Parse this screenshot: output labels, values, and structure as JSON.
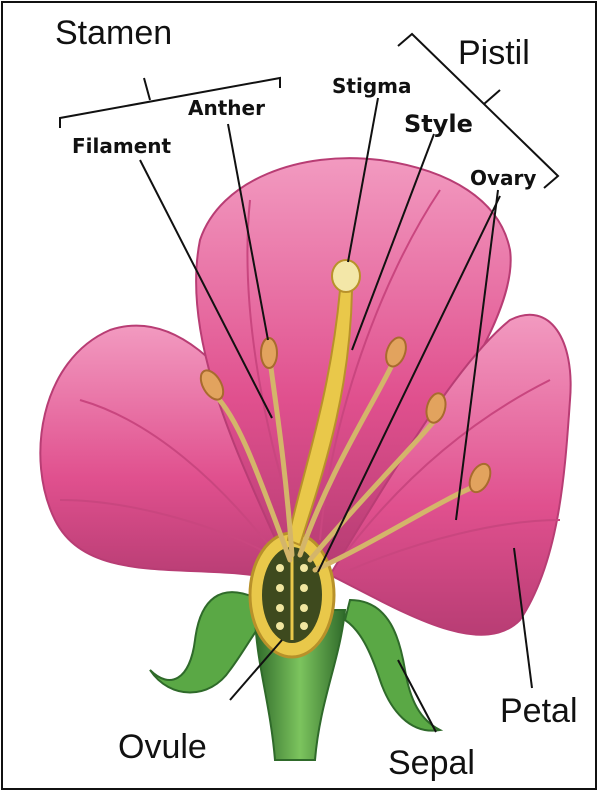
{
  "diagram": {
    "labels": {
      "stamen": "Stamen",
      "pistil": "Pistil",
      "anther": "Anther",
      "stigma": "Stigma",
      "style": "Style",
      "filament": "Filament",
      "ovary": "Ovary",
      "petal": "Petal",
      "ovule": "Ovule",
      "sepal": "Sepal"
    },
    "colors": {
      "petal": "#e0508e",
      "petal_dark": "#b83d74",
      "petal_light": "#f29ac0",
      "stem": "#5aa845",
      "stem_dark": "#2f6a2a",
      "pistil": "#e9c84a",
      "pistil_dark": "#b8912a",
      "anther": "#e2a35e",
      "ovary_inner": "#3e4a1e",
      "ovule": "#f0e6a0",
      "line": "#111111"
    }
  }
}
